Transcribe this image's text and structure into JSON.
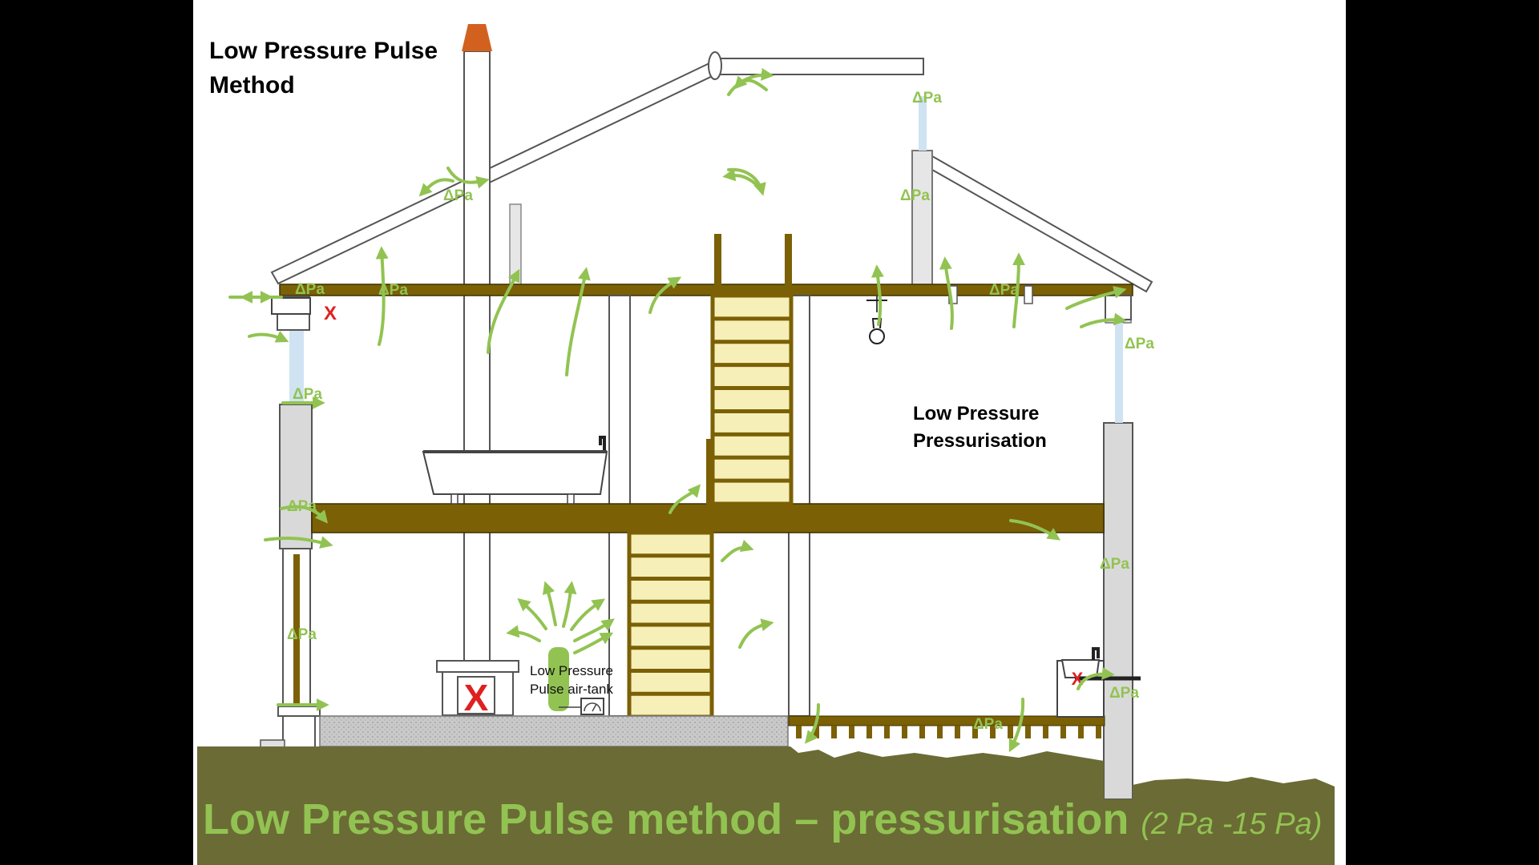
{
  "labels": {
    "title_top": "Low Pressure Pulse Method",
    "title_mid": "Low Pressure Pressurisation",
    "tank": "Low Pressure Pulse air-tank",
    "caption_main": "Low Pressure Pulse method – pressurisation",
    "caption_sub": "(2 Pa -15 Pa)",
    "delta_pa": "ΔPa",
    "blocked_mark": "X"
  },
  "colors": {
    "timber": "#7b6005",
    "arrow": "#92c352",
    "ground": "#6b6b35",
    "wall": "#d9d9d9",
    "slide_bg": "#ffffff",
    "page_bg": "#000000",
    "blocked": "#e02020",
    "gap": "#bcd9ee"
  }
}
